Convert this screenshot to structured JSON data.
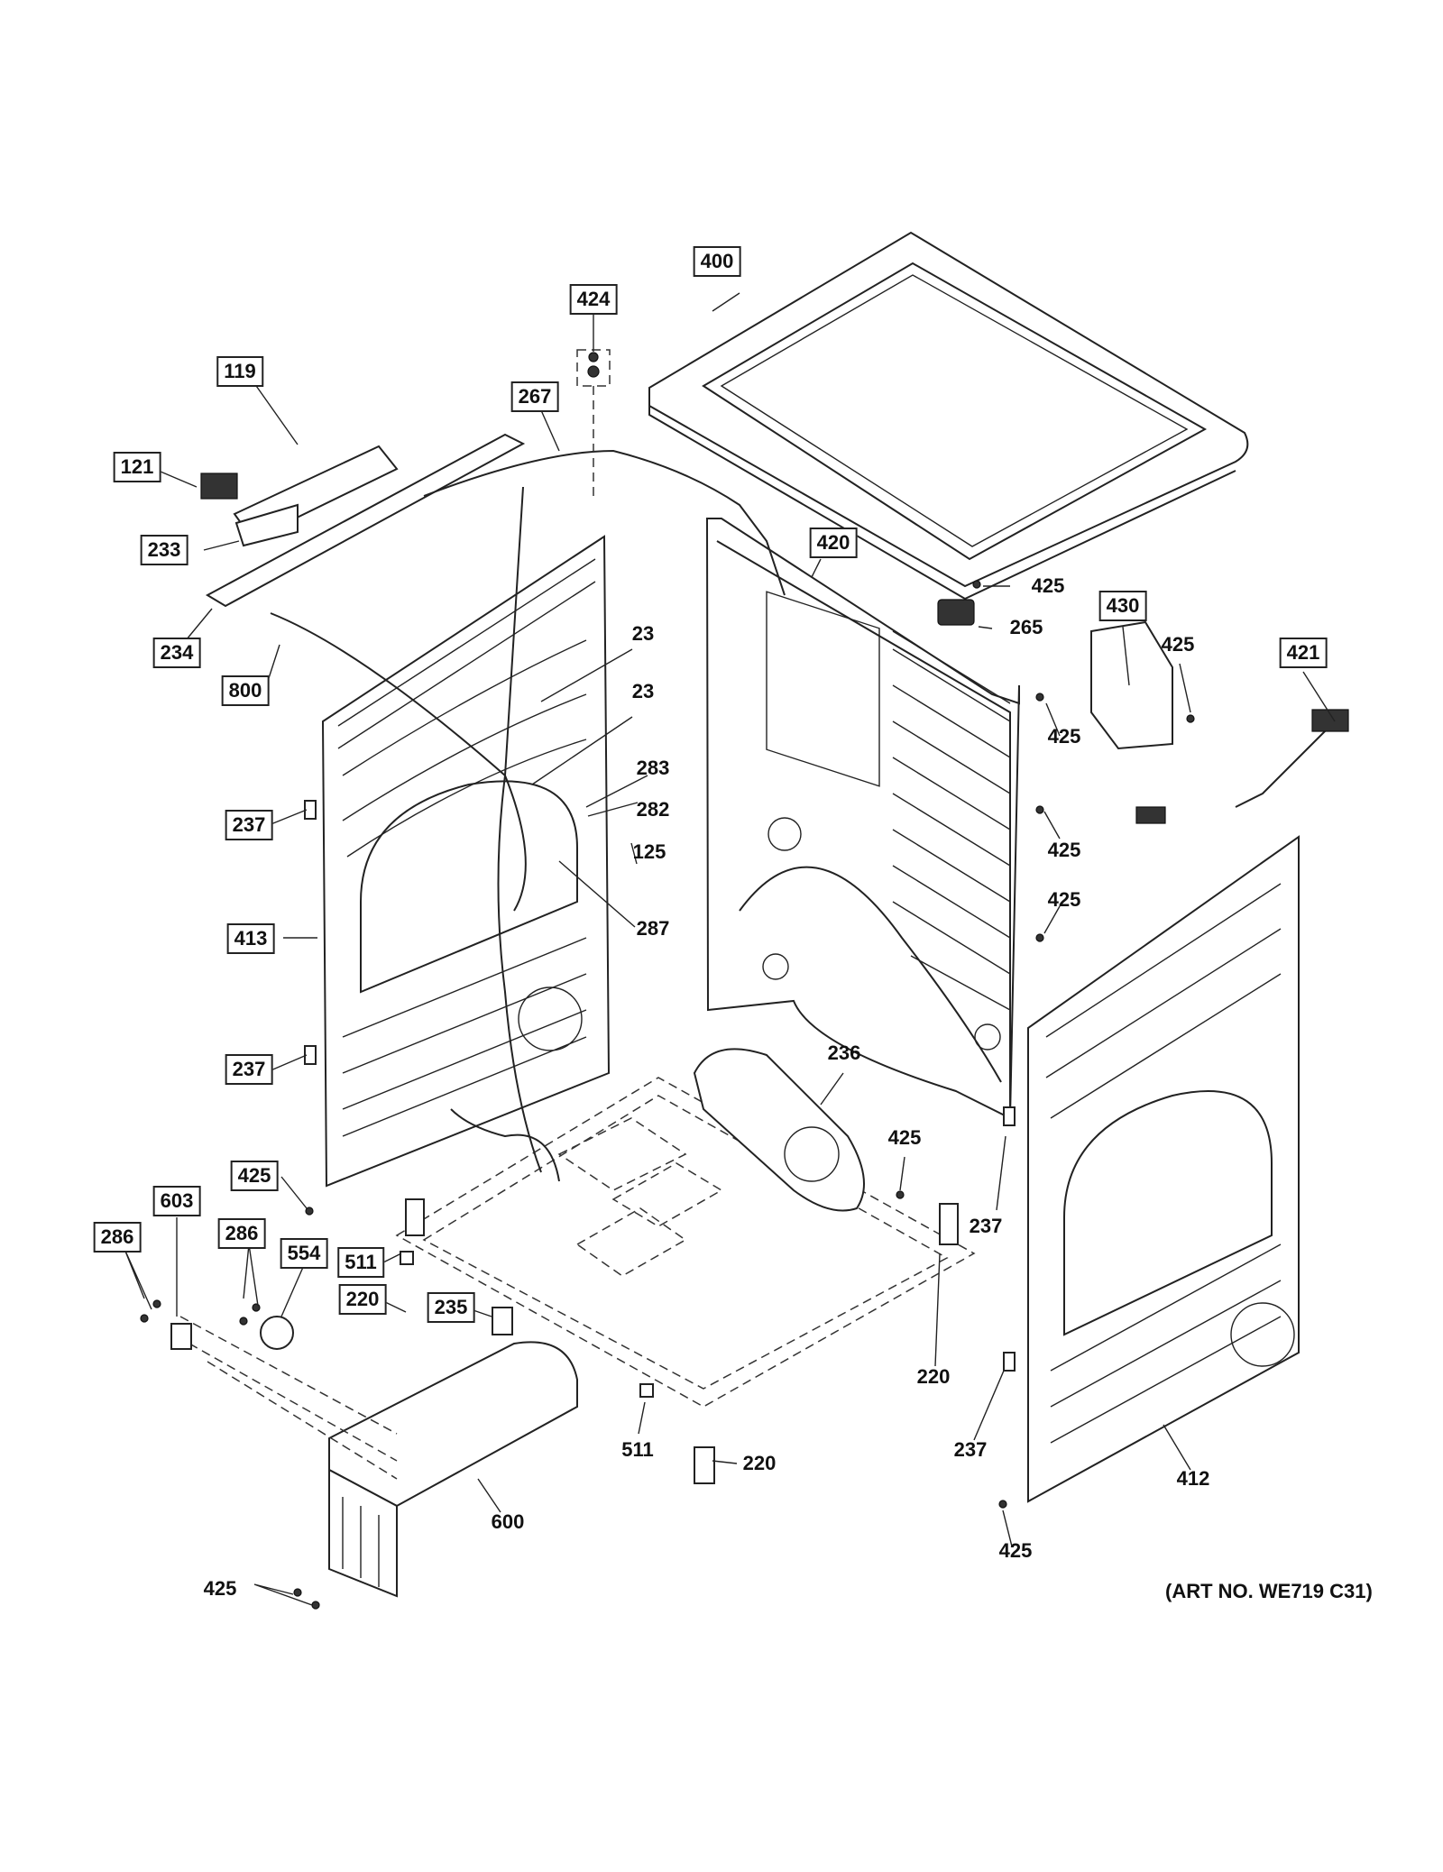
{
  "diagram": {
    "art_number": "(ART NO. WE719 C31)",
    "callouts": [
      {
        "id": "c-424",
        "label": "424",
        "part": "424"
      },
      {
        "id": "c-400",
        "label": "400",
        "part": "400"
      },
      {
        "id": "c-119",
        "label": "119",
        "part": "119"
      },
      {
        "id": "c-267",
        "label": "267",
        "part": "267"
      },
      {
        "id": "c-121",
        "label": "121",
        "part": "121"
      },
      {
        "id": "c-233",
        "label": "233",
        "part": "233"
      },
      {
        "id": "c-420",
        "label": "420",
        "part": "420"
      },
      {
        "id": "c-425a",
        "label": "425",
        "part": "425"
      },
      {
        "id": "c-265",
        "label": "265",
        "part": "265"
      },
      {
        "id": "c-430",
        "label": "430",
        "part": "430"
      },
      {
        "id": "c-425b",
        "label": "425",
        "part": "425"
      },
      {
        "id": "c-421",
        "label": "421",
        "part": "421"
      },
      {
        "id": "c-234",
        "label": "234",
        "part": "234"
      },
      {
        "id": "c-23a",
        "label": "23",
        "part": "23"
      },
      {
        "id": "c-800",
        "label": "800",
        "part": "800"
      },
      {
        "id": "c-23b",
        "label": "23",
        "part": "23"
      },
      {
        "id": "c-425c",
        "label": "425",
        "part": "425"
      },
      {
        "id": "c-283",
        "label": "283",
        "part": "283"
      },
      {
        "id": "c-282",
        "label": "282",
        "part": "282"
      },
      {
        "id": "c-237a",
        "label": "237",
        "part": "237"
      },
      {
        "id": "c-125",
        "label": "125",
        "part": "125"
      },
      {
        "id": "c-425d",
        "label": "425",
        "part": "425"
      },
      {
        "id": "c-287",
        "label": "287",
        "part": "287"
      },
      {
        "id": "c-425e",
        "label": "425",
        "part": "425"
      },
      {
        "id": "c-413",
        "label": "413",
        "part": "413"
      },
      {
        "id": "c-237b",
        "label": "237",
        "part": "237"
      },
      {
        "id": "c-236",
        "label": "236",
        "part": "236"
      },
      {
        "id": "c-425f",
        "label": "425",
        "part": "425"
      },
      {
        "id": "c-425g",
        "label": "425",
        "part": "425"
      },
      {
        "id": "c-603",
        "label": "603",
        "part": "603"
      },
      {
        "id": "c-237c",
        "label": "237",
        "part": "237"
      },
      {
        "id": "c-286a",
        "label": "286",
        "part": "286"
      },
      {
        "id": "c-286b",
        "label": "286",
        "part": "286"
      },
      {
        "id": "c-554",
        "label": "554",
        "part": "554"
      },
      {
        "id": "c-511a",
        "label": "511",
        "part": "511"
      },
      {
        "id": "c-220a",
        "label": "220",
        "part": "220"
      },
      {
        "id": "c-235",
        "label": "235",
        "part": "235"
      },
      {
        "id": "c-220b",
        "label": "220",
        "part": "220"
      },
      {
        "id": "c-511b",
        "label": "511",
        "part": "511"
      },
      {
        "id": "c-237d",
        "label": "237",
        "part": "237"
      },
      {
        "id": "c-220c",
        "label": "220",
        "part": "220"
      },
      {
        "id": "c-412",
        "label": "412",
        "part": "412"
      },
      {
        "id": "c-600",
        "label": "600",
        "part": "600"
      },
      {
        "id": "c-425h",
        "label": "425",
        "part": "425"
      },
      {
        "id": "c-425i",
        "label": "425",
        "part": "425"
      }
    ]
  }
}
